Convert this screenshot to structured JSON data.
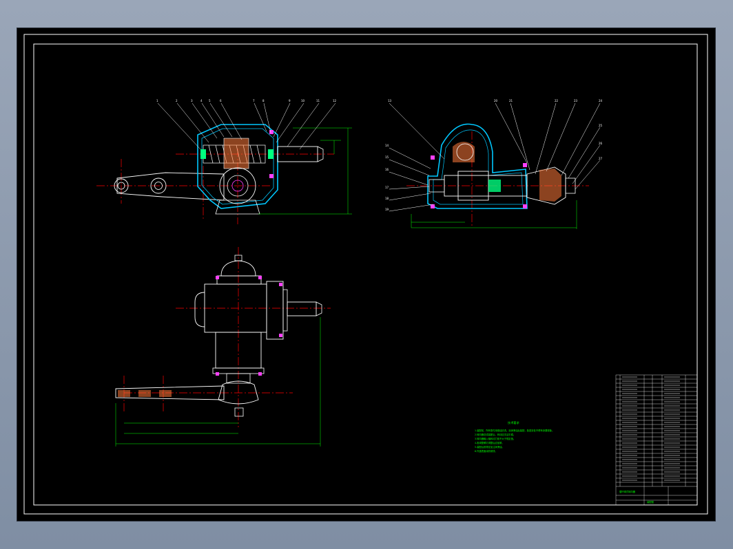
{
  "colors": {
    "background": "#000000",
    "frame": "#ffffff",
    "outline": "#ffffff",
    "dimension": "#00ff00",
    "centerline": "#ff0000",
    "housing_section": "#00c8ff",
    "highlight": "#00ffc8",
    "bolt": "#ff40ff"
  },
  "view1": {
    "balloons": [
      "1",
      "2",
      "3",
      "4",
      "5",
      "6",
      "7",
      "8",
      "9",
      "10",
      "11",
      "12"
    ]
  },
  "view2": {
    "balloons_top": [
      "13",
      "20",
      "21",
      "22",
      "23",
      "24"
    ],
    "balloons_left": [
      "14",
      "15",
      "16",
      "17",
      "18",
      "19"
    ],
    "balloons_right": [
      "25",
      "26",
      "27"
    ]
  },
  "notes": {
    "title": "技术要求",
    "lines": [
      "1.装配前，所有零件用煤油清洗，涂润滑油后装配，各密封处不得有渗漏现象。",
      "2.转向器总成装配后，转动应灵活平稳。",
      "3.转向器输入轴转动力矩不大于规定值。",
      "4.各调整螺钉调整后应锁紧。",
      "5.装配后按规定加注润滑油。",
      "6.外露表面涂防锈漆。"
    ]
  },
  "title_block": {
    "main_title": "循环球式转向器",
    "drawing_name": "装配图"
  }
}
